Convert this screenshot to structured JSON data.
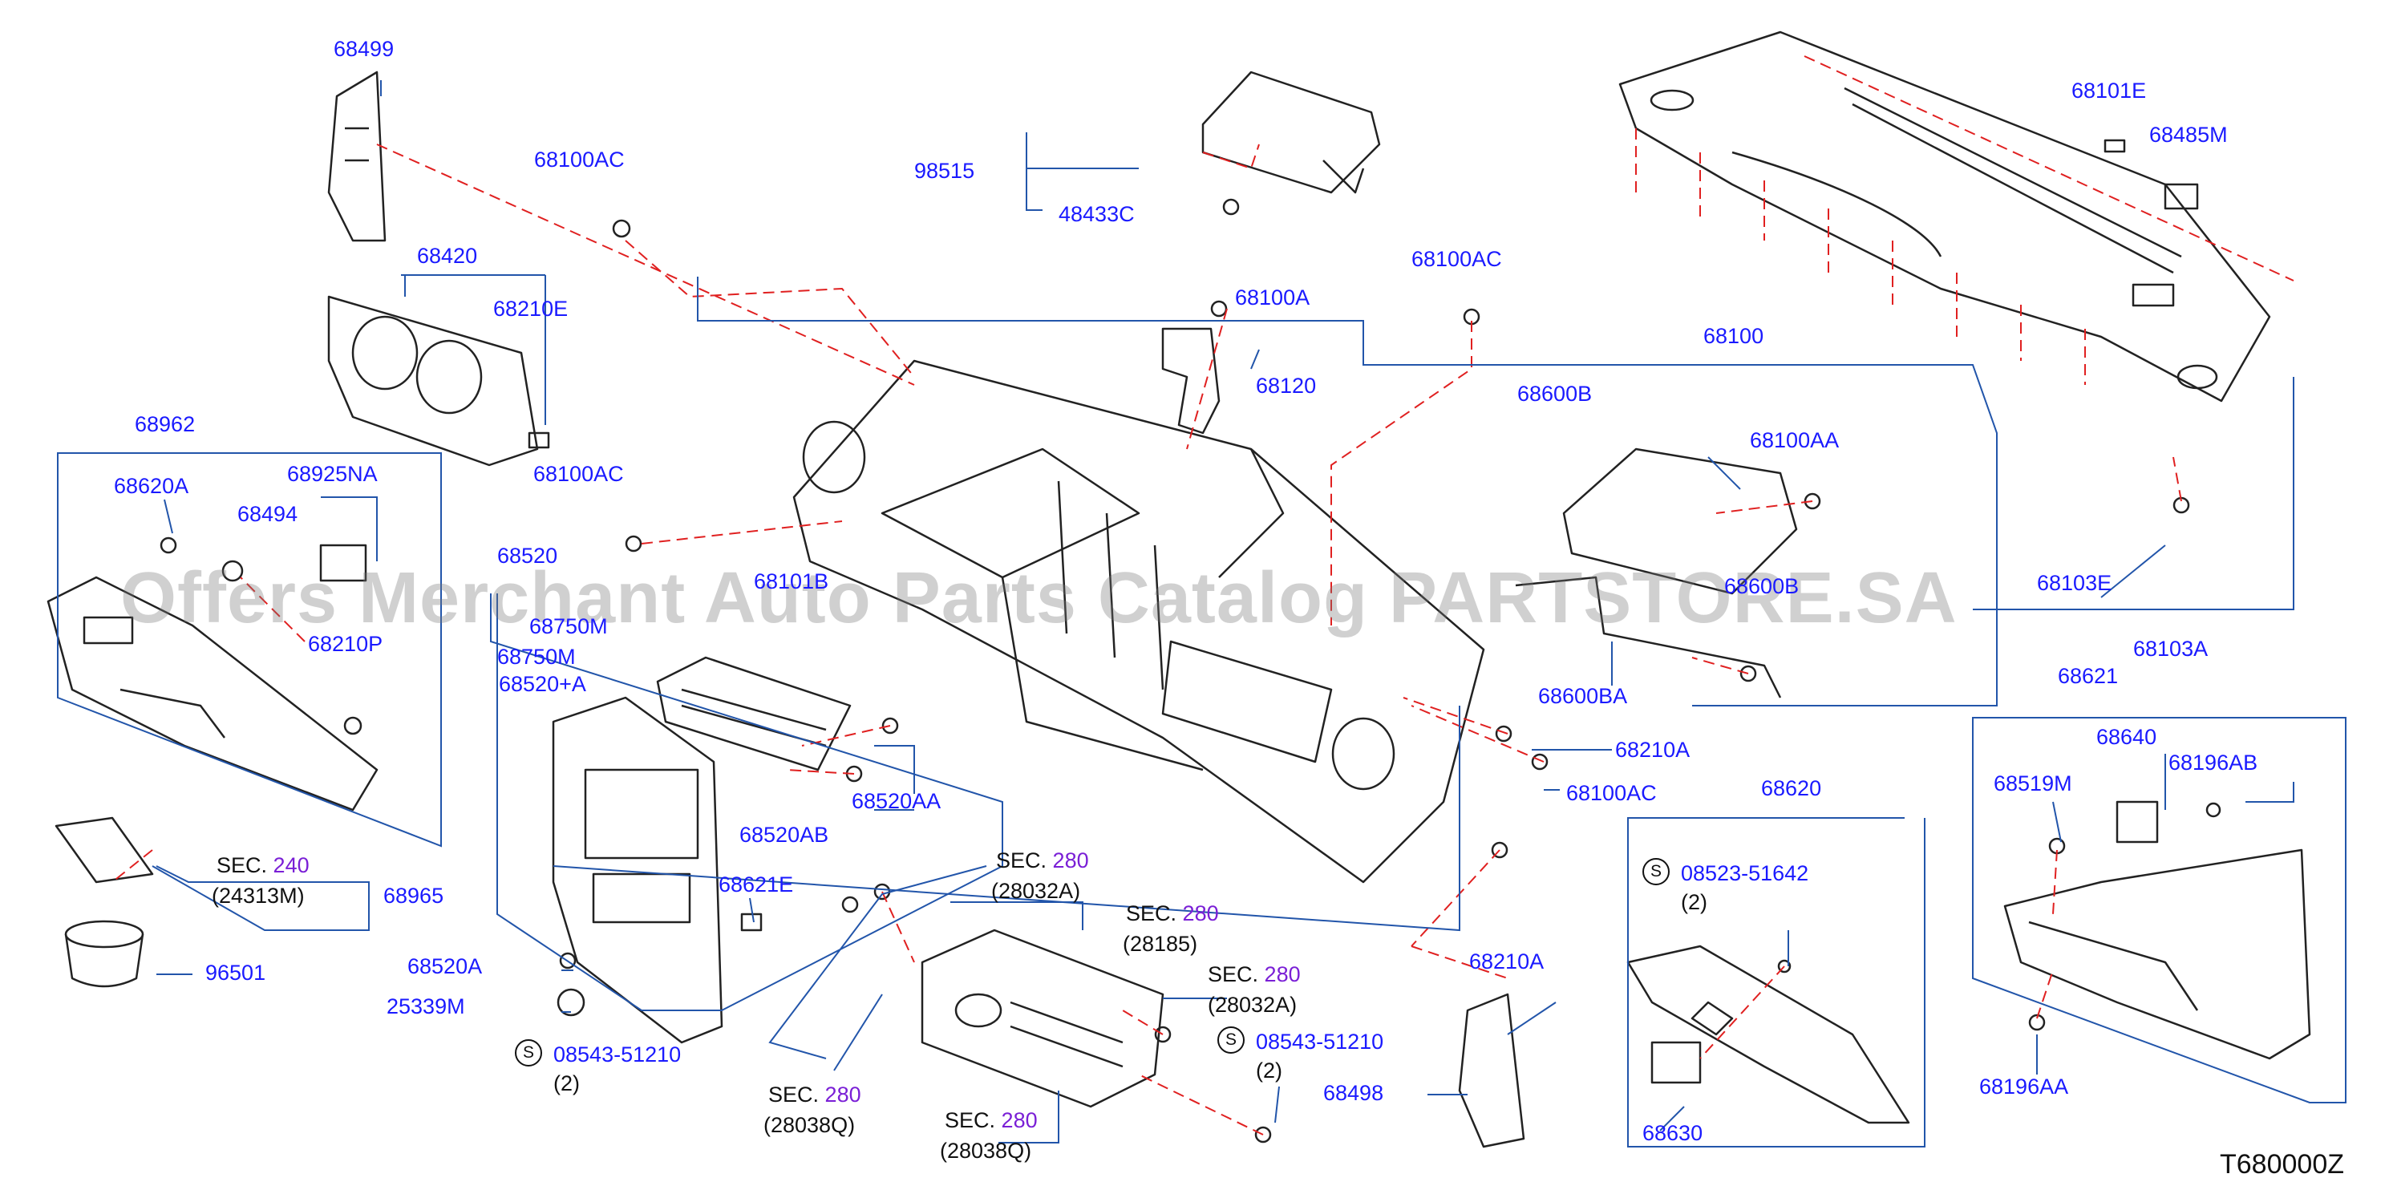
{
  "diagram": {
    "code": "T680000Z",
    "watermark": "Offers Merchant Auto Parts Catalog PARTSTORE.SA",
    "parts": [
      {
        "id": "p68499",
        "label": "68499"
      },
      {
        "id": "p68100ac_1",
        "label": "68100AC"
      },
      {
        "id": "p98515",
        "label": "98515"
      },
      {
        "id": "p48433c",
        "label": "48433C"
      },
      {
        "id": "p68101e",
        "label": "68101E"
      },
      {
        "id": "p68485m",
        "label": "68485M"
      },
      {
        "id": "p68420",
        "label": "68420"
      },
      {
        "id": "p68210e",
        "label": "68210E"
      },
      {
        "id": "p68100a_1",
        "label": "68100A"
      },
      {
        "id": "p68120",
        "label": "68120"
      },
      {
        "id": "p68100ac_2",
        "label": "68100AC"
      },
      {
        "id": "p68100",
        "label": "68100"
      },
      {
        "id": "p68962",
        "label": "68962"
      },
      {
        "id": "p68620a",
        "label": "68620A"
      },
      {
        "id": "p68925na",
        "label": "68925NA"
      },
      {
        "id": "p68494",
        "label": "68494"
      },
      {
        "id": "p68100ac_3",
        "label": "68100AC"
      },
      {
        "id": "p68600b",
        "label": "68600B"
      },
      {
        "id": "p68100aa",
        "label": "68100AA"
      },
      {
        "id": "p68520",
        "label": "68520"
      },
      {
        "id": "p68101b",
        "label": "68101B"
      },
      {
        "id": "p68750m_1",
        "label": "68750M"
      },
      {
        "id": "p68210p",
        "label": "68210P"
      },
      {
        "id": "p68750m_2",
        "label": "68750M"
      },
      {
        "id": "p68520a_plus",
        "label": "68520+A"
      },
      {
        "id": "p68103e",
        "label": "68103E"
      },
      {
        "id": "p68103a",
        "label": "68103A"
      },
      {
        "id": "p68600b_2",
        "label": "68600B"
      },
      {
        "id": "p68600ba",
        "label": "68600BA"
      },
      {
        "id": "p68621",
        "label": "68621"
      },
      {
        "id": "p68640",
        "label": "68640"
      },
      {
        "id": "p68196ab",
        "label": "68196AB"
      },
      {
        "id": "p68519m",
        "label": "68519M"
      },
      {
        "id": "p68210a_1",
        "label": "68210A"
      },
      {
        "id": "p68100ac_4",
        "label": "68100AC"
      },
      {
        "id": "p68520aa",
        "label": "68520AA"
      },
      {
        "id": "p68520ab",
        "label": "68520AB"
      },
      {
        "id": "p68620",
        "label": "68620"
      },
      {
        "id": "p68965",
        "label": "68965"
      },
      {
        "id": "p68621e",
        "label": "68621E"
      },
      {
        "id": "p96501",
        "label": "96501"
      },
      {
        "id": "p68520a",
        "label": "68520A"
      },
      {
        "id": "p25339m",
        "label": "25339M"
      },
      {
        "id": "p68210a_2",
        "label": "68210A"
      },
      {
        "id": "p68498",
        "label": "68498"
      },
      {
        "id": "p68630",
        "label": "68630"
      },
      {
        "id": "p68196aa",
        "label": "68196AA"
      }
    ],
    "sections": [
      {
        "id": "s240",
        "prefix": "SEC.",
        "num": "240",
        "sub": "(24313M)"
      },
      {
        "id": "s280a",
        "prefix": "SEC.",
        "num": "280",
        "sub": "(28032A)"
      },
      {
        "id": "s280b",
        "prefix": "SEC.",
        "num": "280",
        "sub": "(28185)"
      },
      {
        "id": "s280c",
        "prefix": "SEC.",
        "num": "280",
        "sub": "(28032A)"
      },
      {
        "id": "s280d",
        "prefix": "SEC.",
        "num": "280",
        "sub": "(28038Q)"
      },
      {
        "id": "s280e",
        "prefix": "SEC.",
        "num": "280",
        "sub": "(28038Q)"
      }
    ],
    "screws": [
      {
        "id": "sc1",
        "badge": "S",
        "part": "08543-51210",
        "qty": "(2)"
      },
      {
        "id": "sc2",
        "badge": "S",
        "part": "08543-51210",
        "qty": "(2)"
      },
      {
        "id": "sc3",
        "badge": "S",
        "part": "08523-51642",
        "qty": "(2)"
      }
    ],
    "colors": {
      "label": "#1a1aff",
      "section_number": "#7a1fd6",
      "leader": "#2255aa",
      "dashed": "#e02020",
      "outline": "#222222"
    }
  }
}
